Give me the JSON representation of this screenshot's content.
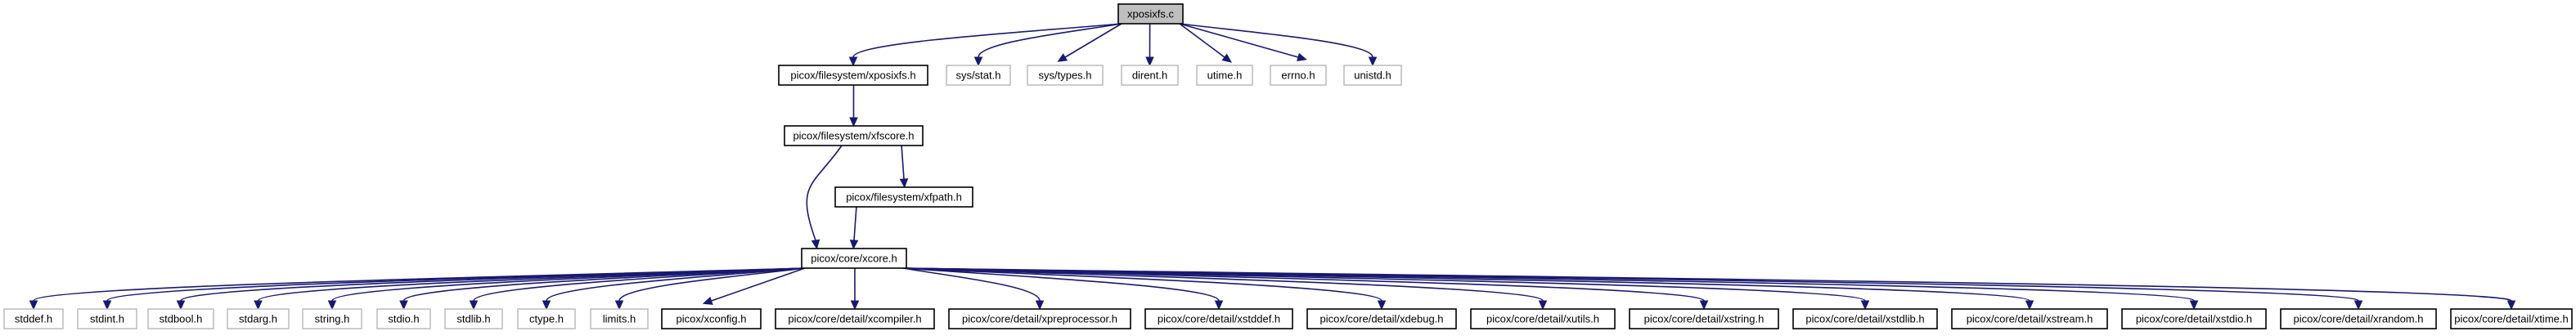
{
  "diagram": {
    "type": "include-dependency-graph",
    "colors": {
      "root_fill": "#bfbfbf",
      "documented_border": "#000000",
      "external_border": "#bfbfbf",
      "edge": "#191970"
    },
    "nodes": [
      {
        "id": "xposixfs_c",
        "label": "xposixfs.c",
        "kind": "root"
      },
      {
        "id": "xposixfs_h",
        "label": "picox/filesystem/xposixfs.h",
        "kind": "documented"
      },
      {
        "id": "sys_stat_h",
        "label": "sys/stat.h",
        "kind": "external"
      },
      {
        "id": "sys_types_h",
        "label": "sys/types.h",
        "kind": "external"
      },
      {
        "id": "dirent_h",
        "label": "dirent.h",
        "kind": "external"
      },
      {
        "id": "utime_h",
        "label": "utime.h",
        "kind": "external"
      },
      {
        "id": "errno_h",
        "label": "errno.h",
        "kind": "external"
      },
      {
        "id": "unistd_h",
        "label": "unistd.h",
        "kind": "external"
      },
      {
        "id": "xfscore_h",
        "label": "picox/filesystem/xfscore.h",
        "kind": "documented"
      },
      {
        "id": "xfpath_h",
        "label": "picox/filesystem/xfpath.h",
        "kind": "documented"
      },
      {
        "id": "xcore_h",
        "label": "picox/core/xcore.h",
        "kind": "documented"
      },
      {
        "id": "stddef_h",
        "label": "stddef.h",
        "kind": "external"
      },
      {
        "id": "stdint_h",
        "label": "stdint.h",
        "kind": "external"
      },
      {
        "id": "stdbool_h",
        "label": "stdbool.h",
        "kind": "external"
      },
      {
        "id": "stdarg_h",
        "label": "stdarg.h",
        "kind": "external"
      },
      {
        "id": "string_h",
        "label": "string.h",
        "kind": "external"
      },
      {
        "id": "stdio_h",
        "label": "stdio.h",
        "kind": "external"
      },
      {
        "id": "stdlib_h",
        "label": "stdlib.h",
        "kind": "external"
      },
      {
        "id": "ctype_h",
        "label": "ctype.h",
        "kind": "external"
      },
      {
        "id": "limits_h",
        "label": "limits.h",
        "kind": "external"
      },
      {
        "id": "xconfig_h",
        "label": "picox/xconfig.h",
        "kind": "documented"
      },
      {
        "id": "xcompiler_h",
        "label": "picox/core/detail/xcompiler.h",
        "kind": "documented"
      },
      {
        "id": "xpreprocessor_h",
        "label": "picox/core/detail/xpreprocessor.h",
        "kind": "documented"
      },
      {
        "id": "xstddef_h",
        "label": "picox/core/detail/xstddef.h",
        "kind": "documented"
      },
      {
        "id": "xdebug_h",
        "label": "picox/core/detail/xdebug.h",
        "kind": "documented"
      },
      {
        "id": "xutils_h",
        "label": "picox/core/detail/xutils.h",
        "kind": "documented"
      },
      {
        "id": "xstring_h",
        "label": "picox/core/detail/xstring.h",
        "kind": "documented"
      },
      {
        "id": "xstdlib_h",
        "label": "picox/core/detail/xstdlib.h",
        "kind": "documented"
      },
      {
        "id": "xstream_h",
        "label": "picox/core/detail/xstream.h",
        "kind": "documented"
      },
      {
        "id": "xstdio_h",
        "label": "picox/core/detail/xstdio.h",
        "kind": "documented"
      },
      {
        "id": "xrandom_h",
        "label": "picox/core/detail/xrandom.h",
        "kind": "documented"
      },
      {
        "id": "xtime_h",
        "label": "picox/core/detail/xtime.h",
        "kind": "documented"
      }
    ],
    "edges": [
      [
        "xposixfs_c",
        "xposixfs_h"
      ],
      [
        "xposixfs_c",
        "sys_stat_h"
      ],
      [
        "xposixfs_c",
        "sys_types_h"
      ],
      [
        "xposixfs_c",
        "dirent_h"
      ],
      [
        "xposixfs_c",
        "utime_h"
      ],
      [
        "xposixfs_c",
        "errno_h"
      ],
      [
        "xposixfs_c",
        "unistd_h"
      ],
      [
        "xposixfs_h",
        "xfscore_h"
      ],
      [
        "xfscore_h",
        "xcore_h"
      ],
      [
        "xfscore_h",
        "xfpath_h"
      ],
      [
        "xfpath_h",
        "xcore_h"
      ],
      [
        "xcore_h",
        "stddef_h"
      ],
      [
        "xcore_h",
        "stdint_h"
      ],
      [
        "xcore_h",
        "stdbool_h"
      ],
      [
        "xcore_h",
        "stdarg_h"
      ],
      [
        "xcore_h",
        "string_h"
      ],
      [
        "xcore_h",
        "stdio_h"
      ],
      [
        "xcore_h",
        "stdlib_h"
      ],
      [
        "xcore_h",
        "ctype_h"
      ],
      [
        "xcore_h",
        "limits_h"
      ],
      [
        "xcore_h",
        "xconfig_h"
      ],
      [
        "xcore_h",
        "xcompiler_h"
      ],
      [
        "xcore_h",
        "xpreprocessor_h"
      ],
      [
        "xcore_h",
        "xstddef_h"
      ],
      [
        "xcore_h",
        "xdebug_h"
      ],
      [
        "xcore_h",
        "xutils_h"
      ],
      [
        "xcore_h",
        "xstring_h"
      ],
      [
        "xcore_h",
        "xstdlib_h"
      ],
      [
        "xcore_h",
        "xstream_h"
      ],
      [
        "xcore_h",
        "xstdio_h"
      ],
      [
        "xcore_h",
        "xrandom_h"
      ],
      [
        "xcore_h",
        "xtime_h"
      ]
    ]
  }
}
